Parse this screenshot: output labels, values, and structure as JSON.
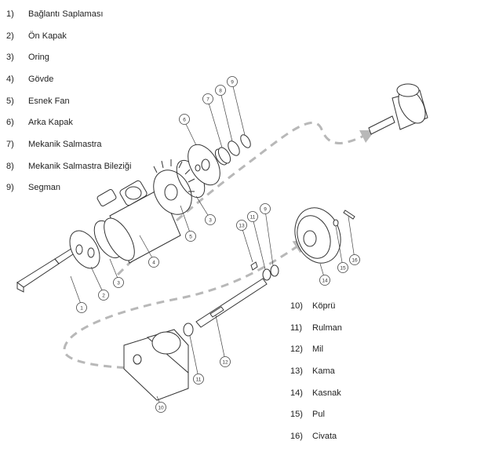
{
  "legend_left": [
    {
      "num": "1)",
      "label": "Bağlantı Saplaması"
    },
    {
      "num": "2)",
      "label": "Ön Kapak"
    },
    {
      "num": "3)",
      "label": "Oring"
    },
    {
      "num": "4)",
      "label": "Gövde"
    },
    {
      "num": "5)",
      "label": "Esnek Fan"
    },
    {
      "num": "6)",
      "label": "Arka Kapak"
    },
    {
      "num": "7)",
      "label": "Mekanik Salmastra"
    },
    {
      "num": "8)",
      "label": "Mekanik Salmastra Bileziği"
    },
    {
      "num": "9)",
      "label": "Segman"
    }
  ],
  "legend_right": [
    {
      "num": "10)",
      "label": "Köprü"
    },
    {
      "num": "11)",
      "label": "Rulman"
    },
    {
      "num": "12)",
      "label": "Mil"
    },
    {
      "num": "13)",
      "label": "Kama"
    },
    {
      "num": "14)",
      "label": "Kasnak"
    },
    {
      "num": "15)",
      "label": "Pul"
    },
    {
      "num": "16)",
      "label": "Civata"
    }
  ],
  "callouts": [
    "1",
    "2",
    "3",
    "4",
    "5",
    "6",
    "7",
    "8",
    "9",
    "3",
    "11",
    "13",
    "9",
    "14",
    "15",
    "16",
    "11",
    "12",
    "10"
  ]
}
